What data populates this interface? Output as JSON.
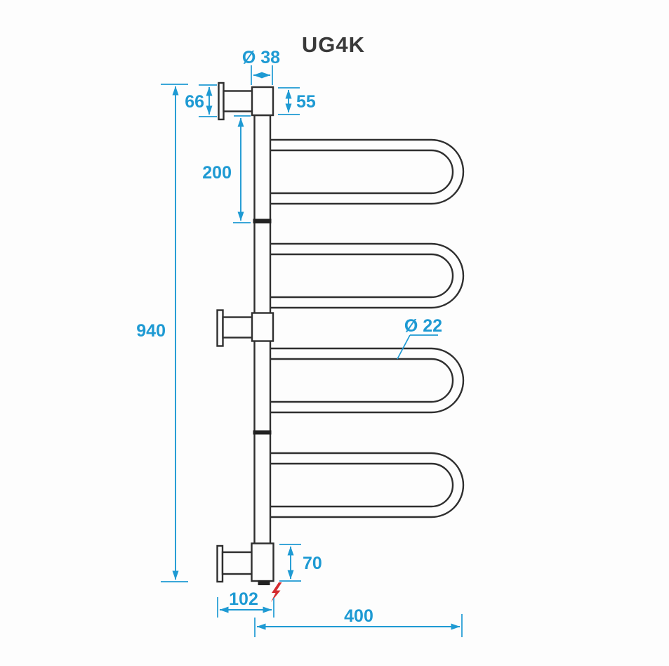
{
  "title": "UG4K",
  "drawing": {
    "type": "technical-dimension-drawing",
    "subject": "towel-rail-side-view",
    "dimensions": {
      "overall_height": "940",
      "top_bracket_height": "66",
      "top_cap_height": "55",
      "top_cap_diameter": "Ø 38",
      "top_section_length": "200",
      "tube_diameter": "Ø 22",
      "bottom_cap_height": "70",
      "wall_offset_width": "102",
      "rail_length": "400"
    },
    "colors": {
      "line": "#2f2f2f",
      "dimension": "#1e9ad3",
      "electric": "#d42b30",
      "background": "#fdfdfd"
    },
    "icons": {
      "lightning": "electric-connection"
    }
  }
}
